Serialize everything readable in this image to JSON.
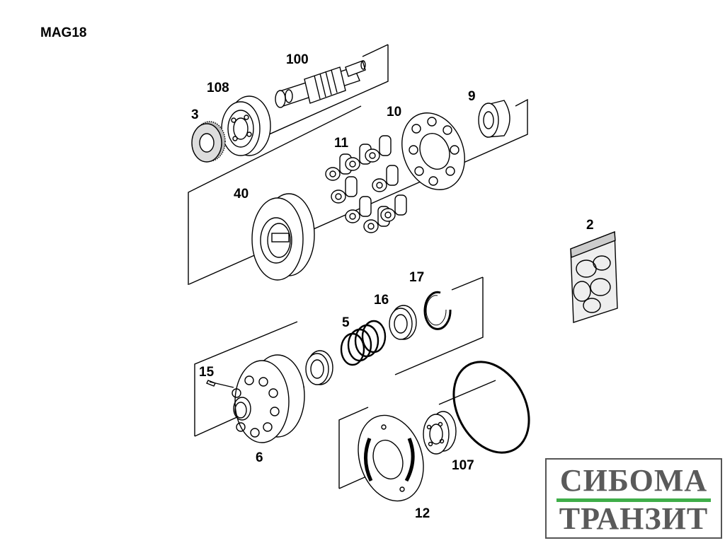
{
  "title": "MAG18",
  "parts": [
    {
      "id": "p100",
      "label": "100"
    },
    {
      "id": "p108",
      "label": "108"
    },
    {
      "id": "p3",
      "label": "3"
    },
    {
      "id": "p10",
      "label": "10"
    },
    {
      "id": "p9",
      "label": "9"
    },
    {
      "id": "p11",
      "label": "11"
    },
    {
      "id": "p40",
      "label": "40"
    },
    {
      "id": "p2",
      "label": "2"
    },
    {
      "id": "p17",
      "label": "17"
    },
    {
      "id": "p16",
      "label": "16"
    },
    {
      "id": "p5",
      "label": "5"
    },
    {
      "id": "p15",
      "label": "15"
    },
    {
      "id": "p6",
      "label": "6"
    },
    {
      "id": "p107",
      "label": "107"
    },
    {
      "id": "p12",
      "label": "12"
    }
  ],
  "logo": {
    "line1": "СИБОМА",
    "line2": "ТРАНЗИТ",
    "bar_color": "#3fae49"
  }
}
